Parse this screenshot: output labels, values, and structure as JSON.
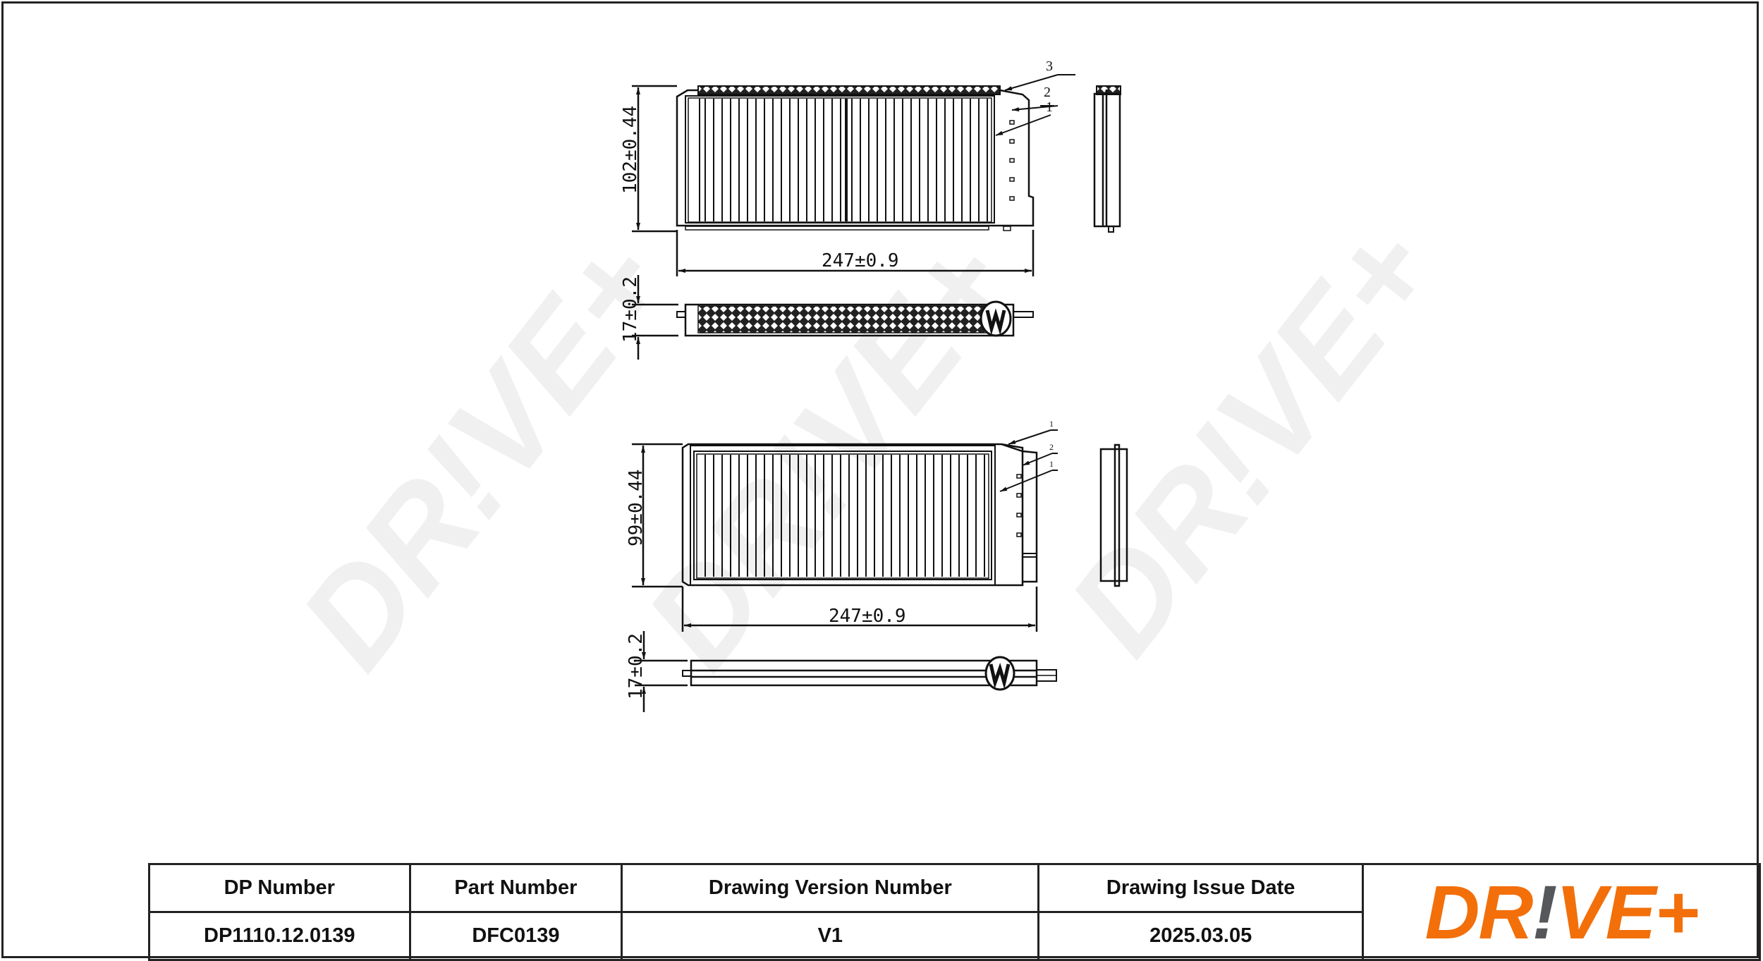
{
  "title_block": {
    "headers": [
      "DP Number",
      "Part Number",
      "Drawing Version Number",
      "Drawing Issue Date"
    ],
    "values": [
      "DP1110.12.0139",
      "DFC0139",
      "V1",
      "2025.03.05"
    ],
    "logo": {
      "part1": "DR",
      "part2": "!",
      "part3": "VE+",
      "brand_color": "#f26f0a",
      "accent_color": "#55575a"
    }
  },
  "watermark": {
    "text": "DR!VE+"
  },
  "views": {
    "top_filter": {
      "height_dim": "102±0.44",
      "width_dim": "247±0.9",
      "thickness_dim": "17±0.2",
      "callouts": [
        "3",
        "2",
        "1"
      ]
    },
    "bottom_filter": {
      "height_dim": "99±0.44",
      "width_dim": "247±0.9",
      "thickness_dim": "17±0.2",
      "callouts": [
        "1",
        "2",
        "1"
      ]
    }
  }
}
